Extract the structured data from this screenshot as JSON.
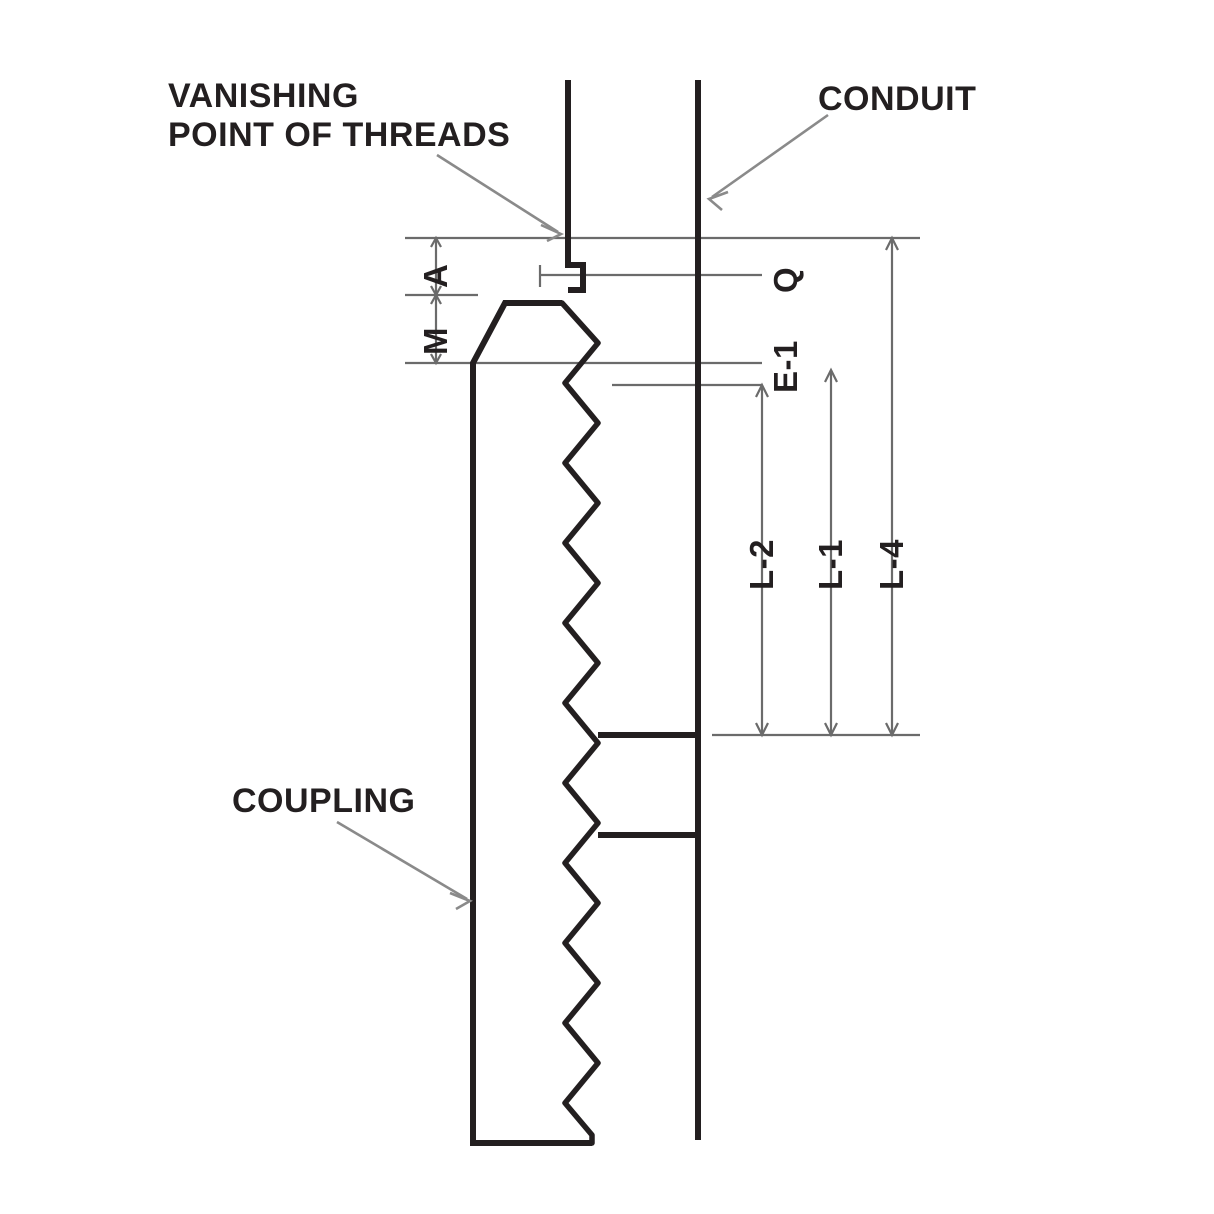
{
  "diagram": {
    "title": "Conduit and Coupling Thread Engagement Detail",
    "background_color": "#ffffff",
    "line_color": "#231f20",
    "thin_line_color": "#6b6b6b",
    "leader_color": "#8a8a8a"
  },
  "callouts": {
    "vanishing_point_line1": "VANISHING",
    "vanishing_point_line2": "POINT OF THREADS",
    "conduit": "CONDUIT",
    "coupling": "COUPLING"
  },
  "dimensions": {
    "a": "A",
    "m": "M",
    "q": "Q",
    "e1": "E-1",
    "l2": "L-2",
    "l1": "L-1",
    "l4": "L-4"
  }
}
